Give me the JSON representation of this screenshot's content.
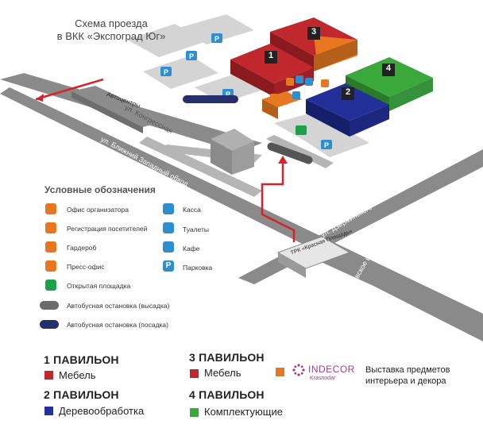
{
  "title": {
    "line1": "Схема проезда",
    "line2": "в ВКК «Экспоград Юг»"
  },
  "roads": {
    "kongresnaya": "ул. Конгрессная",
    "zapadny": "ул. Ближний Западный обход",
    "dzerzhinskogo": "ул. Дзержинского",
    "rostovskoe": "Ростовское шоссе"
  },
  "places": {
    "autocenters": "Автоцентры",
    "trk": "ТРК «Красная Площадь»",
    "indecor_name": "INDECOR",
    "indecor_city": "Krasnodar"
  },
  "pavilion_numbers": [
    "1",
    "2",
    "3",
    "4"
  ],
  "legend": {
    "heading": "Условные обозначения",
    "items_left": [
      {
        "icon": "office-icon",
        "label": "Офис организатора",
        "color": "#e87722"
      },
      {
        "icon": "registration-icon",
        "label": "Регистрация посетителей",
        "color": "#e87722"
      },
      {
        "icon": "wardrobe-icon",
        "label": "Гардероб",
        "color": "#e87722"
      },
      {
        "icon": "press-icon",
        "label": "Пресс-офис",
        "color": "#e87722"
      },
      {
        "icon": "open-area-icon",
        "label": "Открытая площадка",
        "color": "#1aa14a"
      },
      {
        "icon": "bus-dropoff-icon",
        "label": "Автобусная остановка (высадка)",
        "color": "#6b6b6b"
      },
      {
        "icon": "bus-pickup-icon",
        "label": "Автобусная остановка (посадка)",
        "color": "#23306b"
      }
    ],
    "items_right": [
      {
        "icon": "cashier-icon",
        "label": "Касса",
        "color": "#2e8fd0"
      },
      {
        "icon": "toilets-icon",
        "label": "Туалеты",
        "color": "#2e8fd0"
      },
      {
        "icon": "cafe-icon",
        "label": "Кафе",
        "color": "#2e8fd0"
      },
      {
        "icon": "parking-icon",
        "label": "Парковка",
        "color": "#2e8fd0"
      }
    ]
  },
  "pavilions": [
    {
      "heading": "1 ПАВИЛЬОН",
      "item": "Мебель",
      "color": "#c0282d"
    },
    {
      "heading": "2 ПАВИЛЬОН",
      "item": "Деревообработка",
      "color": "#23309a"
    },
    {
      "heading": "3 ПАВИЛЬОН",
      "item": "Мебель",
      "color": "#c0282d"
    },
    {
      "heading": "4 ПАВИЛЬОН",
      "item": "Комплектующие",
      "color": "#3aa83a"
    }
  ],
  "exhibit": {
    "text_line1": "Выставка предметов",
    "text_line2": "интерьера и декора",
    "color": "#e87722"
  },
  "parking_symbol": "P"
}
